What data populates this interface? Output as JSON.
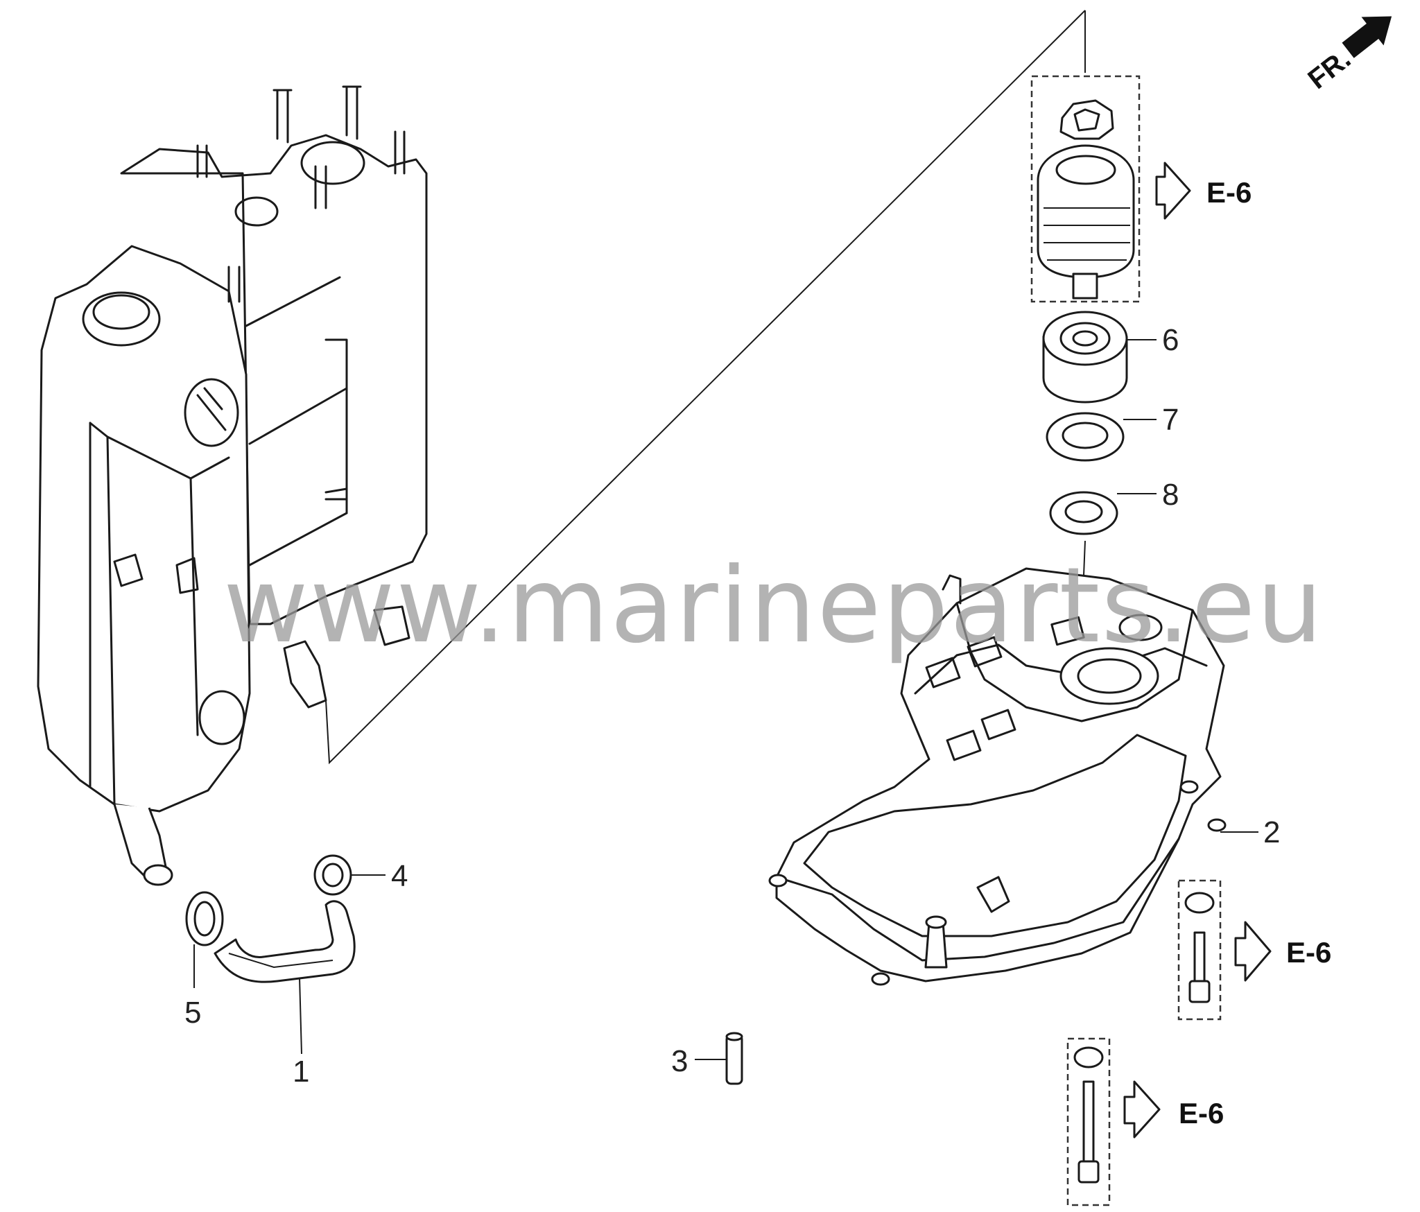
{
  "diagram": {
    "watermark": "www.marineparts.eu",
    "direction_indicator": "FR.",
    "reference_label": "E-6",
    "callouts": {
      "c1": "1",
      "c2": "2",
      "c3": "3",
      "c4": "4",
      "c5": "5",
      "c6": "6",
      "c7": "7",
      "c8": "8"
    },
    "references": {
      "gear": "E-6",
      "bolt_right": "E-6",
      "bolt_bottom": "E-6"
    }
  }
}
